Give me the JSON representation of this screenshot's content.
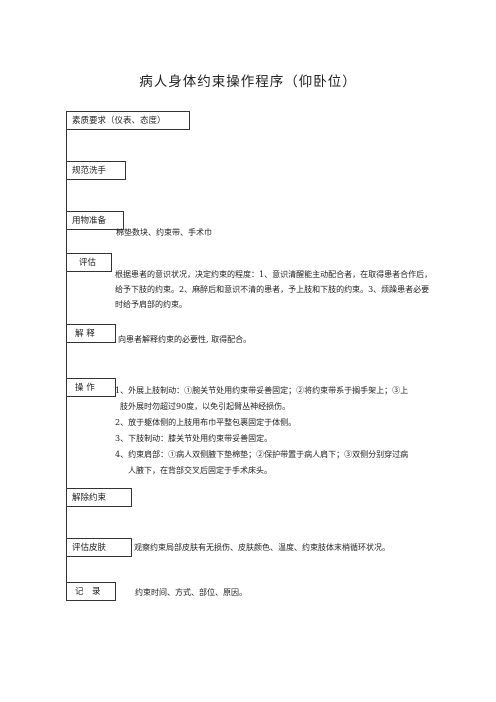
{
  "title": "病人身体约束操作程序（仰卧位）",
  "steps": {
    "quality": {
      "label": "素质要求（仪表、态度）"
    },
    "handwash": {
      "label": "规范洗手"
    },
    "supplies": {
      "label": "用物准备",
      "detail": "棉垫数块、约束带、手术巾"
    },
    "assess": {
      "label": "评估",
      "detail": "根据患者的意识状况，决定约束的程度：1、意识清醒能主动配合者，在取得患者合作后，给予下肢的约束。2、麻醉后和意识不清的患者，予上肢和下肢的约束。3、烦躁患者必要时给予肩部的约束。"
    },
    "explain": {
      "label": "解 释",
      "detail": "向患者解释约束的必要性, 取得配合。"
    },
    "operate": {
      "label": "操 作",
      "items": [
        "1、外展上肢制动：①腕关节处用约束带妥善固定；②将约束带系于搁手架上；③上",
        "肢外展时勿超过90度，以免引起臂丛神经损伤。",
        "2、放于躯体侧的上肢用布巾平整包裹固定于体侧。",
        "3、下肢制动：膝关节处用约束带妥善固定。",
        "4、约束肩部：①病人双侧腋下垫棉垫；②保护带置于病人肩下；③双侧分别穿过病",
        "人腋下，在背部交叉后固定于手术床头。"
      ]
    },
    "release": {
      "label": "解除约束"
    },
    "skin": {
      "label": "评估皮肤",
      "detail": "观察约束局部皮肤有无损伤、皮肤颜色、温度、约束肢体末梢循环状况。"
    },
    "record": {
      "label": "记　录",
      "detail": "约束时间、方式、部位、原因。"
    }
  }
}
